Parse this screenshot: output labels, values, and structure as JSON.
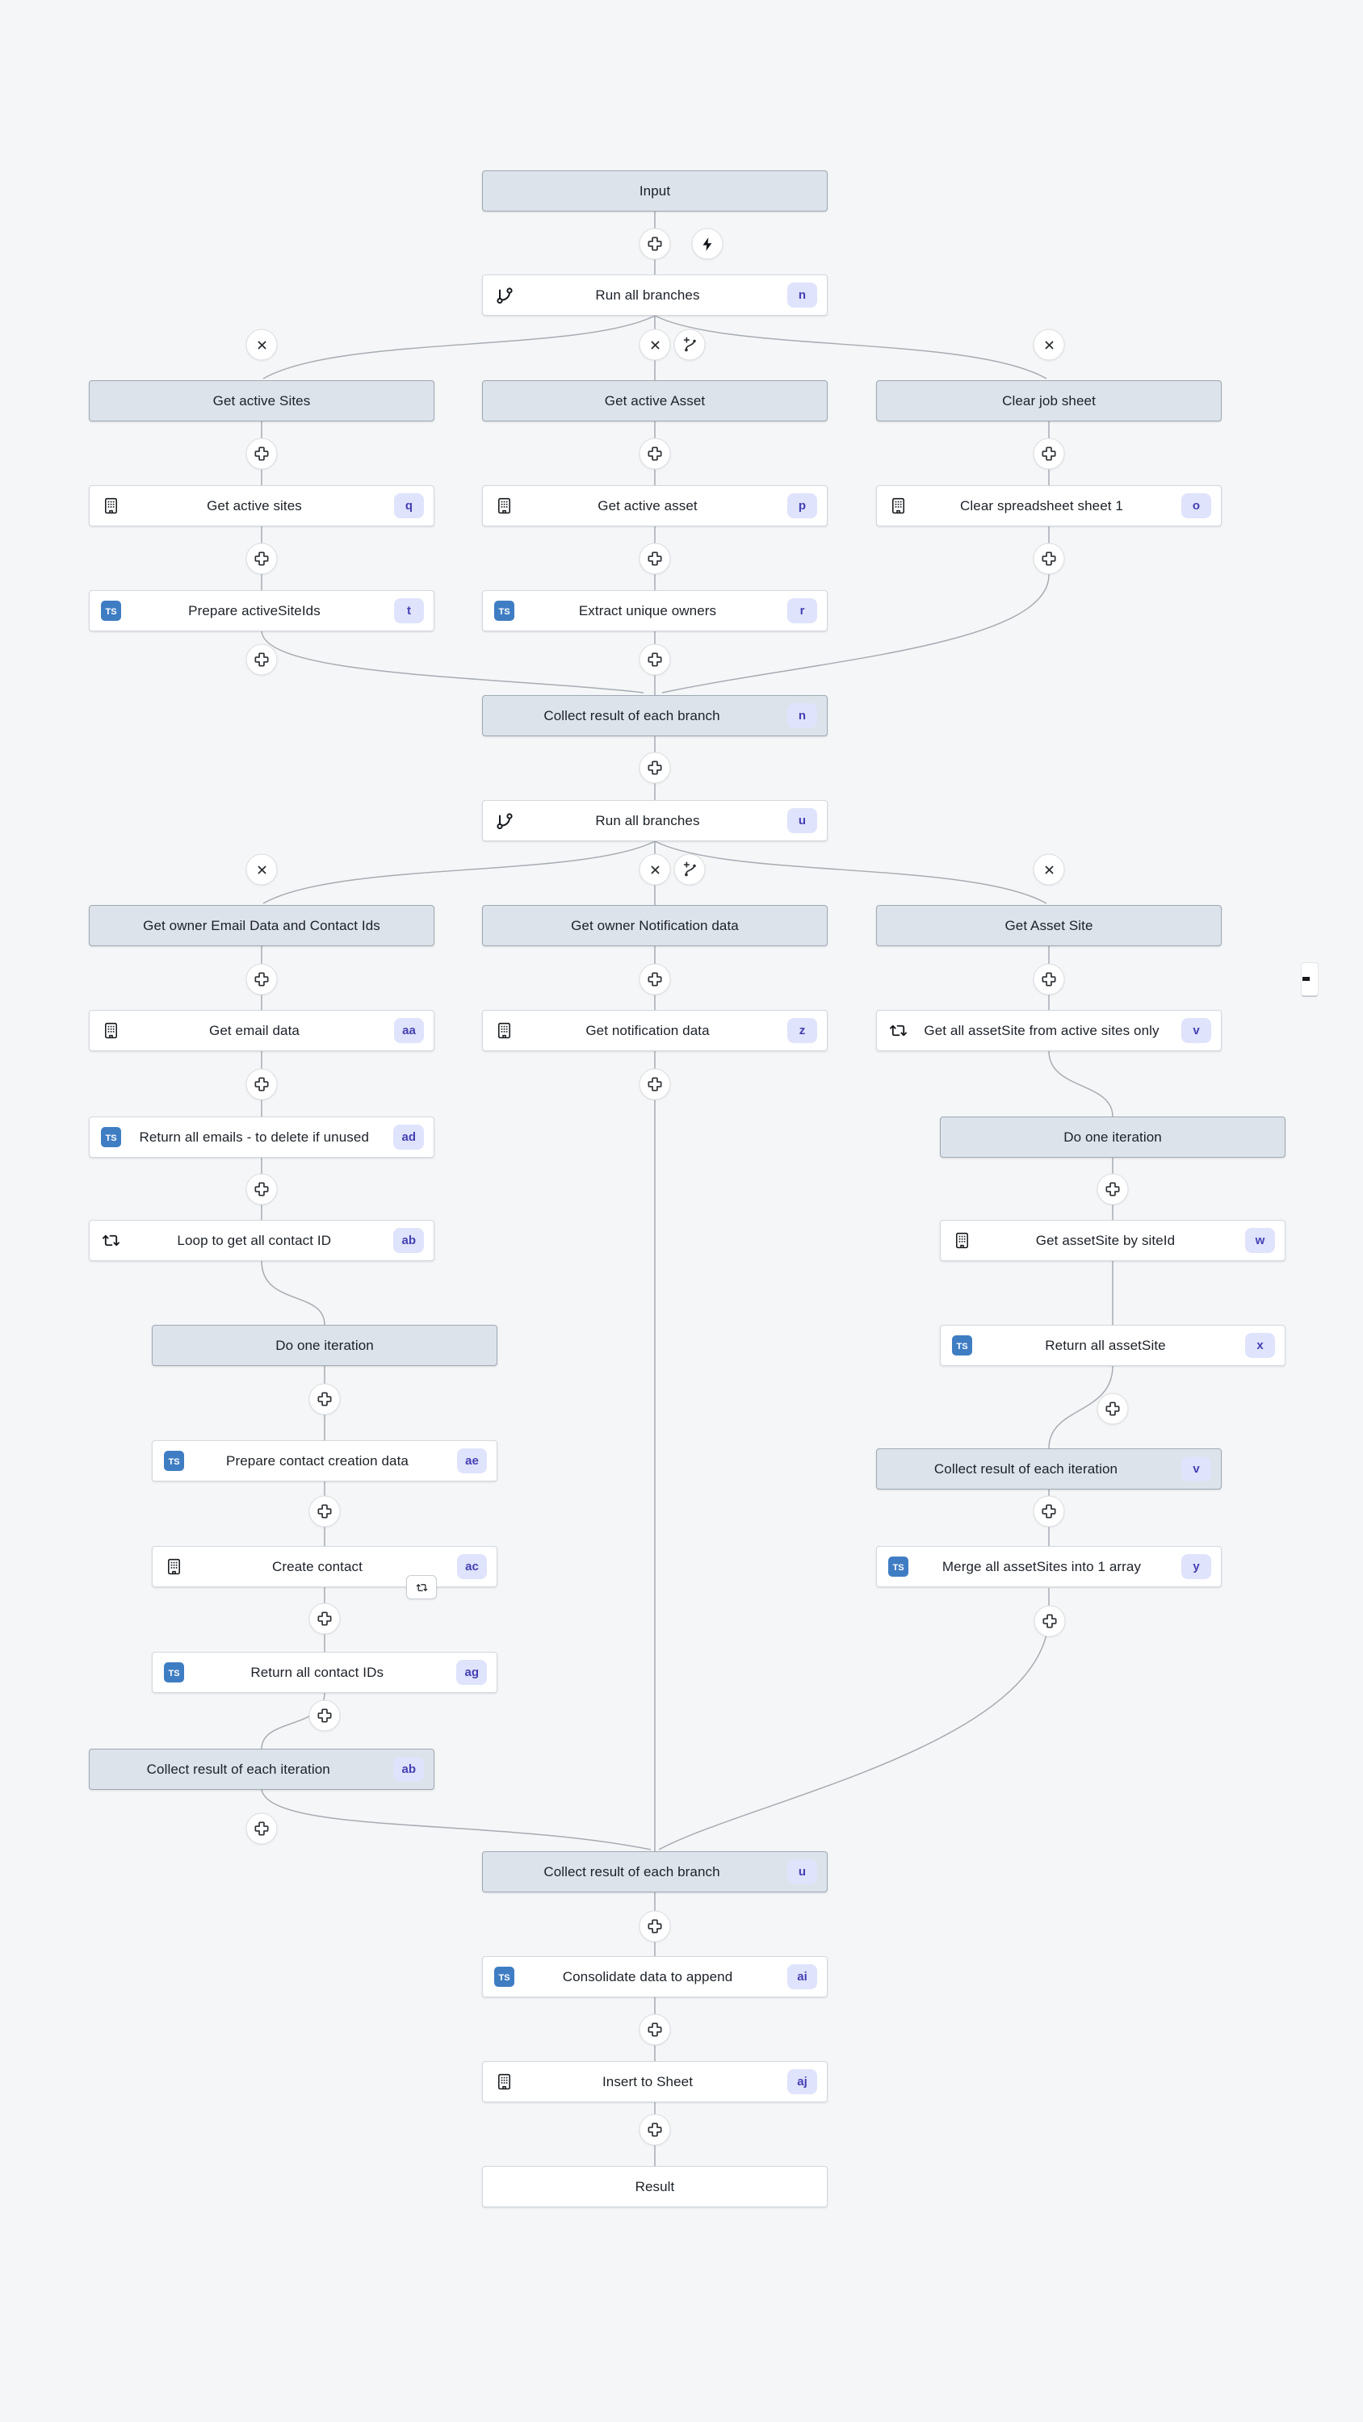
{
  "canvas": {
    "background": "#f5f6f7",
    "edge_color": "#a7acb3"
  },
  "colors": {
    "node_gray_fill": "#dde3ea",
    "node_gray_border": "#9fa9b4",
    "node_white_fill": "#ffffff",
    "node_white_border": "#d4d9de",
    "badge_bg": "#dfe3fb",
    "badge_text": "#4540b3",
    "ts_icon_bg": "#3f7dc3"
  },
  "icons": {
    "ts": "TS"
  },
  "nodes": {
    "input": {
      "label": "Input"
    },
    "run_branches_1": {
      "label": "Run all branches",
      "badge": "n"
    },
    "branch_sites": {
      "label": "Get active Sites"
    },
    "branch_asset": {
      "label": "Get active Asset"
    },
    "branch_clear": {
      "label": "Clear job sheet"
    },
    "get_active_sites": {
      "label": "Get active sites",
      "badge": "q"
    },
    "get_active_asset": {
      "label": "Get active asset",
      "badge": "p"
    },
    "clear_sheet": {
      "label": "Clear spreadsheet sheet 1",
      "badge": "o"
    },
    "prepare_activesiteids": {
      "label": "Prepare activeSiteIds",
      "badge": "t"
    },
    "extract_owners": {
      "label": "Extract unique owners",
      "badge": "r"
    },
    "collect_branch_1": {
      "label": "Collect result of each branch",
      "badge": "n"
    },
    "run_branches_2": {
      "label": "Run all branches",
      "badge": "u"
    },
    "branch_email": {
      "label": "Get owner Email Data and Contact Ids"
    },
    "branch_notif": {
      "label": "Get owner Notification data"
    },
    "branch_assetsite": {
      "label": "Get Asset Site"
    },
    "get_email": {
      "label": "Get email data",
      "badge": "aa"
    },
    "get_notif": {
      "label": "Get notification data",
      "badge": "z"
    },
    "get_all_assetsite": {
      "label": "Get all assetSite from active sites only",
      "badge": "v"
    },
    "return_emails": {
      "label": "Return all emails - to delete if unused",
      "badge": "ad"
    },
    "do_iteration_right": {
      "label": "Do one iteration"
    },
    "loop_contact": {
      "label": "Loop to get all contact ID",
      "badge": "ab"
    },
    "get_assetsite_by_siteid": {
      "label": "Get assetSite by siteId",
      "badge": "w"
    },
    "do_iteration_left": {
      "label": "Do one iteration"
    },
    "return_all_assetsite": {
      "label": "Return all assetSite",
      "badge": "x"
    },
    "prepare_contact": {
      "label": "Prepare contact creation data",
      "badge": "ae"
    },
    "collect_iteration_right": {
      "label": "Collect result of each iteration",
      "badge": "v"
    },
    "create_contact": {
      "label": "Create contact",
      "badge": "ac"
    },
    "merge_assetsites": {
      "label": "Merge all assetSites into 1 array",
      "badge": "y"
    },
    "return_contact_ids": {
      "label": "Return all contact IDs",
      "badge": "ag"
    },
    "collect_iteration_left": {
      "label": "Collect result of each iteration",
      "badge": "ab"
    },
    "collect_branch_2": {
      "label": "Collect result of each branch",
      "badge": "u"
    },
    "consolidate": {
      "label": "Consolidate data to append",
      "badge": "ai"
    },
    "insert_sheet": {
      "label": "Insert to Sheet",
      "badge": "aj"
    },
    "result": {
      "label": "Result"
    }
  }
}
